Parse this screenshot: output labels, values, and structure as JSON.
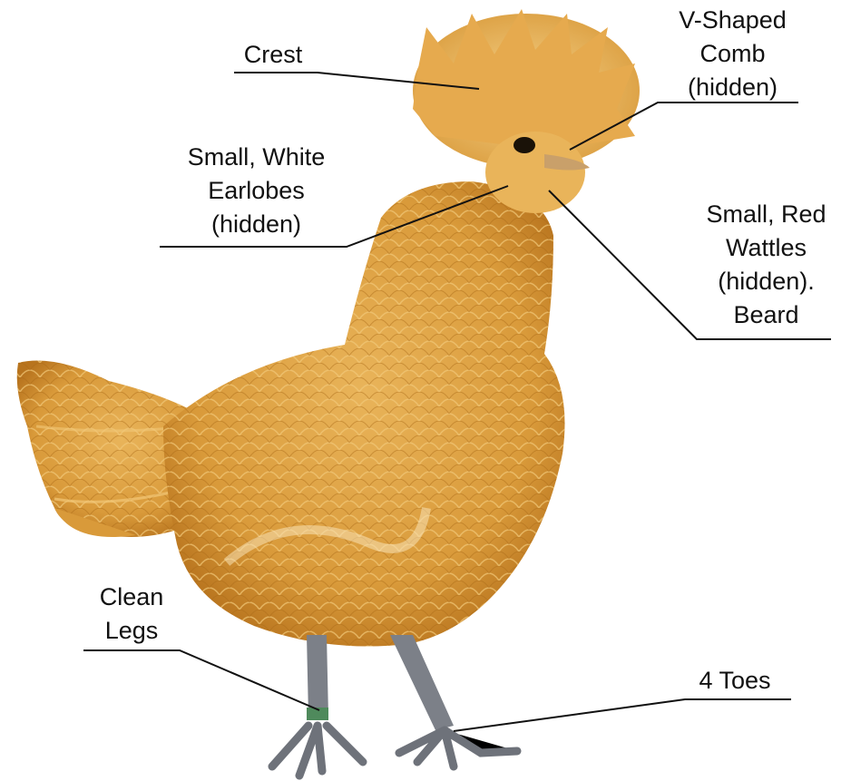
{
  "labels": {
    "crest": "Crest",
    "comb": "V-Shaped\nComb\n(hidden)",
    "earlobes": "Small, White\nEarlobes\n(hidden)",
    "wattles": "Small, Red\nWattles\n(hidden).\nBeard",
    "legs": "Clean\nLegs",
    "toes": "4 Toes"
  },
  "colors": {
    "plumage": "#d99a3a",
    "plumage_dark": "#b8741e",
    "plumage_light": "#f2c878",
    "legs": "#7c8088",
    "line": "#111111"
  }
}
